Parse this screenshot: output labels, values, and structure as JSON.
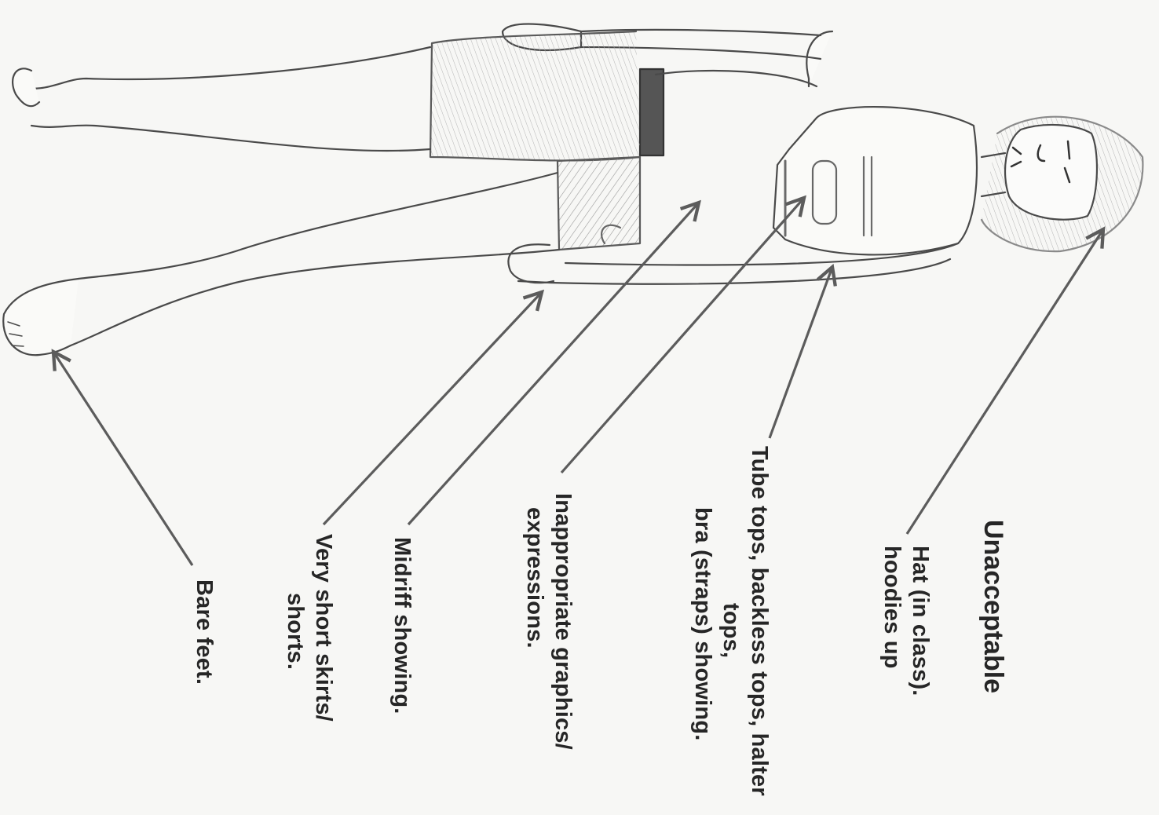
{
  "title": "Unacceptable",
  "labels": {
    "hat": [
      "Hat (in class).",
      "hoodies up"
    ],
    "tube_tops": [
      "Tube tops, backless tops, halter",
      "tops,",
      "bra (straps) showing."
    ],
    "graphics": [
      "Inappropriate graphics/",
      "expressions."
    ],
    "midriff": [
      "Midriff showing."
    ],
    "short_skirts": [
      "Very short skirts/",
      "shorts."
    ],
    "bare_feet": [
      "Bare feet."
    ]
  },
  "colors": {
    "ink": "#262626",
    "arrow": "#5c5c5c",
    "sketch": "#4a4a4a",
    "paper": "#f7f7f5"
  }
}
